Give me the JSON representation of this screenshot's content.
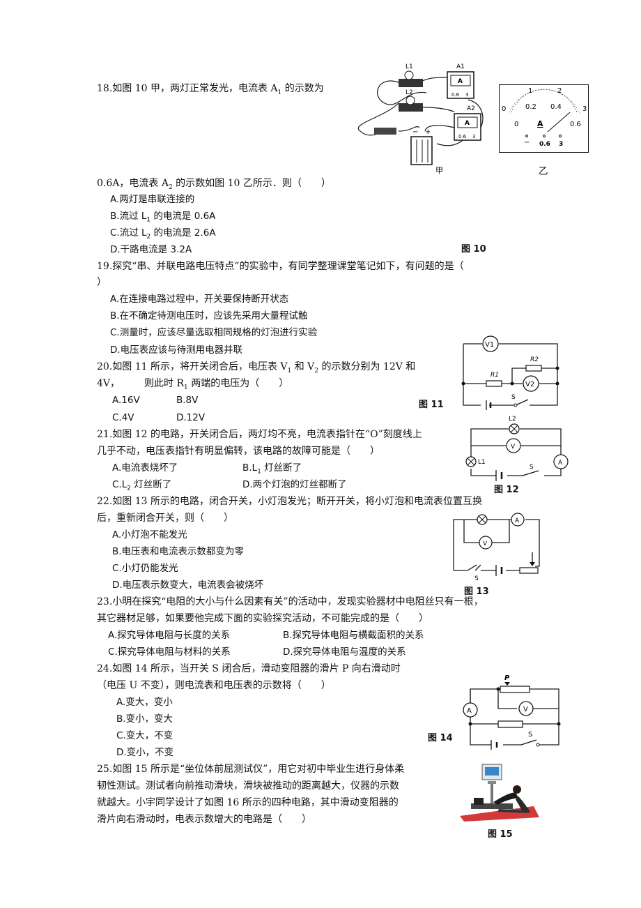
{
  "q18": {
    "line1": "18.如图 10 甲，两灯正常发光，电流表 A",
    "line1_sub": "1",
    "line1_end": " 的示数为",
    "line2": "0.6A，电流表 A",
    "line2_sub": "2",
    "line2_end": " 的示数如图 10 乙所示．则（　　）",
    "optA": "A.两灯是串联连接的",
    "optB": "B.流过 L",
    "optB_sub": "1",
    "optB_end": " 的电流是  0.6A",
    "optC": "C.流过 L",
    "optC_sub": "2",
    "optC_end": " 的电流是 2.6A",
    "optD": "D.干路电流是 3.2A",
    "fig_label": "图 10",
    "fig_jia": "甲",
    "fig_yi": "乙",
    "fig_labels": {
      "l1": "L1",
      "l2": "L2",
      "a1": "A1",
      "a2": "A2",
      "minus": "−",
      "plus": "+",
      "a": "A",
      "t1": "0.6",
      "t2": "3",
      "tneg": "−"
    },
    "meter": {
      "top": [
        "0",
        "1",
        "2",
        "3"
      ],
      "bottom": [
        "0",
        "0.2",
        "0.4",
        "0.6"
      ],
      "unit": "A",
      "t1": "0.6",
      "t2": "3",
      "tneg": "−"
    }
  },
  "q19": {
    "line1": "19.探究“串、并联电路电压特点”的实验中，有同学整理课堂笔记如下，有问题的是（",
    "line2": "）",
    "optA": "A.在连接电路过程中，开关要保持断开状态",
    "optB": "B.在不确定待测电压时，应该先采用大量程试触",
    "optC": "C.测量时，应该尽量选取相同规格的灯泡进行实验",
    "optD": "D.电压表应该与待测用电器并联"
  },
  "q20": {
    "line1": "20.如图 11 所示，将开关闭合后，电压表 V",
    "sub1": "1",
    "mid": " 和 V",
    "sub2": "2",
    "line1_end": " 的示数分别为 12V 和",
    "line2": "4V，　　　则此时 R",
    "line2_sub": "1",
    "line2_end": " 两端的电压为（　　）",
    "optA": "A.16V",
    "optB": "B.8V",
    "optC": "C.4V",
    "optD": "D.12V",
    "fig_label": "图 11",
    "fig_labels": {
      "v1": "V1",
      "v2": "V2",
      "r1": "R1",
      "r2": "R2",
      "s": "S"
    }
  },
  "q21": {
    "line1": "21.如图 12 的电路，开关闭合后，两灯均不亮，电流表指针在“O”刻度线上",
    "line2": "几乎不动，电压表指针有明显偏转，该电路的故障可能是（　　）",
    "optA": "A.电流表烧坏了",
    "optB": "B.L",
    "optB_sub": "1",
    "optB_end": " 灯丝断了",
    "optC": "C.L",
    "optC_sub": "2",
    "optC_end": " 灯丝断了",
    "optD": "D.两个灯泡的灯丝都断了",
    "fig_label": "图 12",
    "fig_labels": {
      "l1": "L1",
      "l2": "L2",
      "v": "V",
      "a": "A",
      "s": "S"
    }
  },
  "q22": {
    "line1": "22.如图 13 所示的电路，闭合开关，小灯泡发光；断开开关，将小灯泡和电流表位置互换",
    "line2": "后，重新闭合开关，则（　　）",
    "optA": "A.小灯泡不能发光",
    "optB": "B.电压表和电流表示数都变为零",
    "optC": "C.小灯仍能发光",
    "optD": "D.电压表示数变大，电流表会被烧坏",
    "fig_label": "图 13",
    "fig_labels": {
      "v": "V",
      "a": "A",
      "s": "S"
    }
  },
  "q23": {
    "line1": "23.小明在探究“电阻的大小与什么因素有关”的活动中，发现实验器材中电阻丝只有一根，",
    "line2": "其它器材足够，如果要他完成下面的实验探究活动，不可能完成的是（　　）",
    "optA": "A.探究导体电阻与长度的关系",
    "optB": "B.探究导体电阻与横截面积的关系",
    "optC": "C.探究导体电阻与材料的关系",
    "optD": "D.探究导体电阻与温度的关系"
  },
  "q24": {
    "line1": "24.如图 14 所示，当开关 S 闭合后，滑动变阻器的滑片 P 向右滑动时",
    "line2": "（电压 U 不变），则电流表和电压表的示数将（　　）",
    "optA": "A.变大，变小",
    "optB": "B.变小，变大",
    "optC": "C.变大，不变",
    "optD": "D.变小，不变",
    "fig_label": "图 14",
    "fig_labels": {
      "p": "P",
      "a": "A",
      "v": "V",
      "s": "S"
    }
  },
  "q25": {
    "line1": "25.如图 15 所示是“坐位体前屈测试仪”，用它对初中毕业生进行身体柔",
    "line2": "韧性测试。测试者向前推动滑块，滑块被推动的距离越大，仪器的示数",
    "line3": "就越大。小宇同学设计了如图 16 所示的四种电路，其中滑动变阻器的",
    "line4": "滑片向右滑动时，电表示数增大的电路是（　　）",
    "fig_label": "图 15"
  },
  "colors": {
    "text": "#111111",
    "wire": "#1a1a1a",
    "mat": "#d23a3a",
    "screen": "#3a86c8"
  }
}
